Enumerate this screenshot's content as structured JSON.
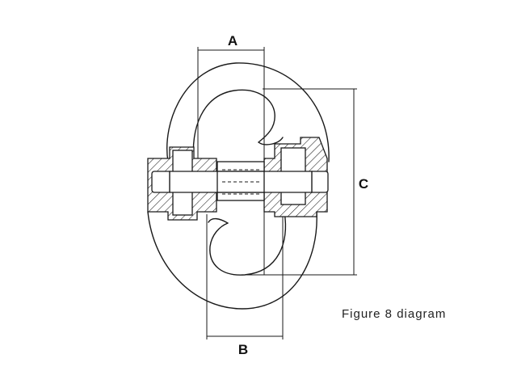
{
  "labels": {
    "dim_a": "A",
    "dim_b": "B",
    "dim_c": "C"
  },
  "caption": "Figure 8 diagram",
  "colors": {
    "ink": "#1a1a1a",
    "background": "#ffffff"
  }
}
